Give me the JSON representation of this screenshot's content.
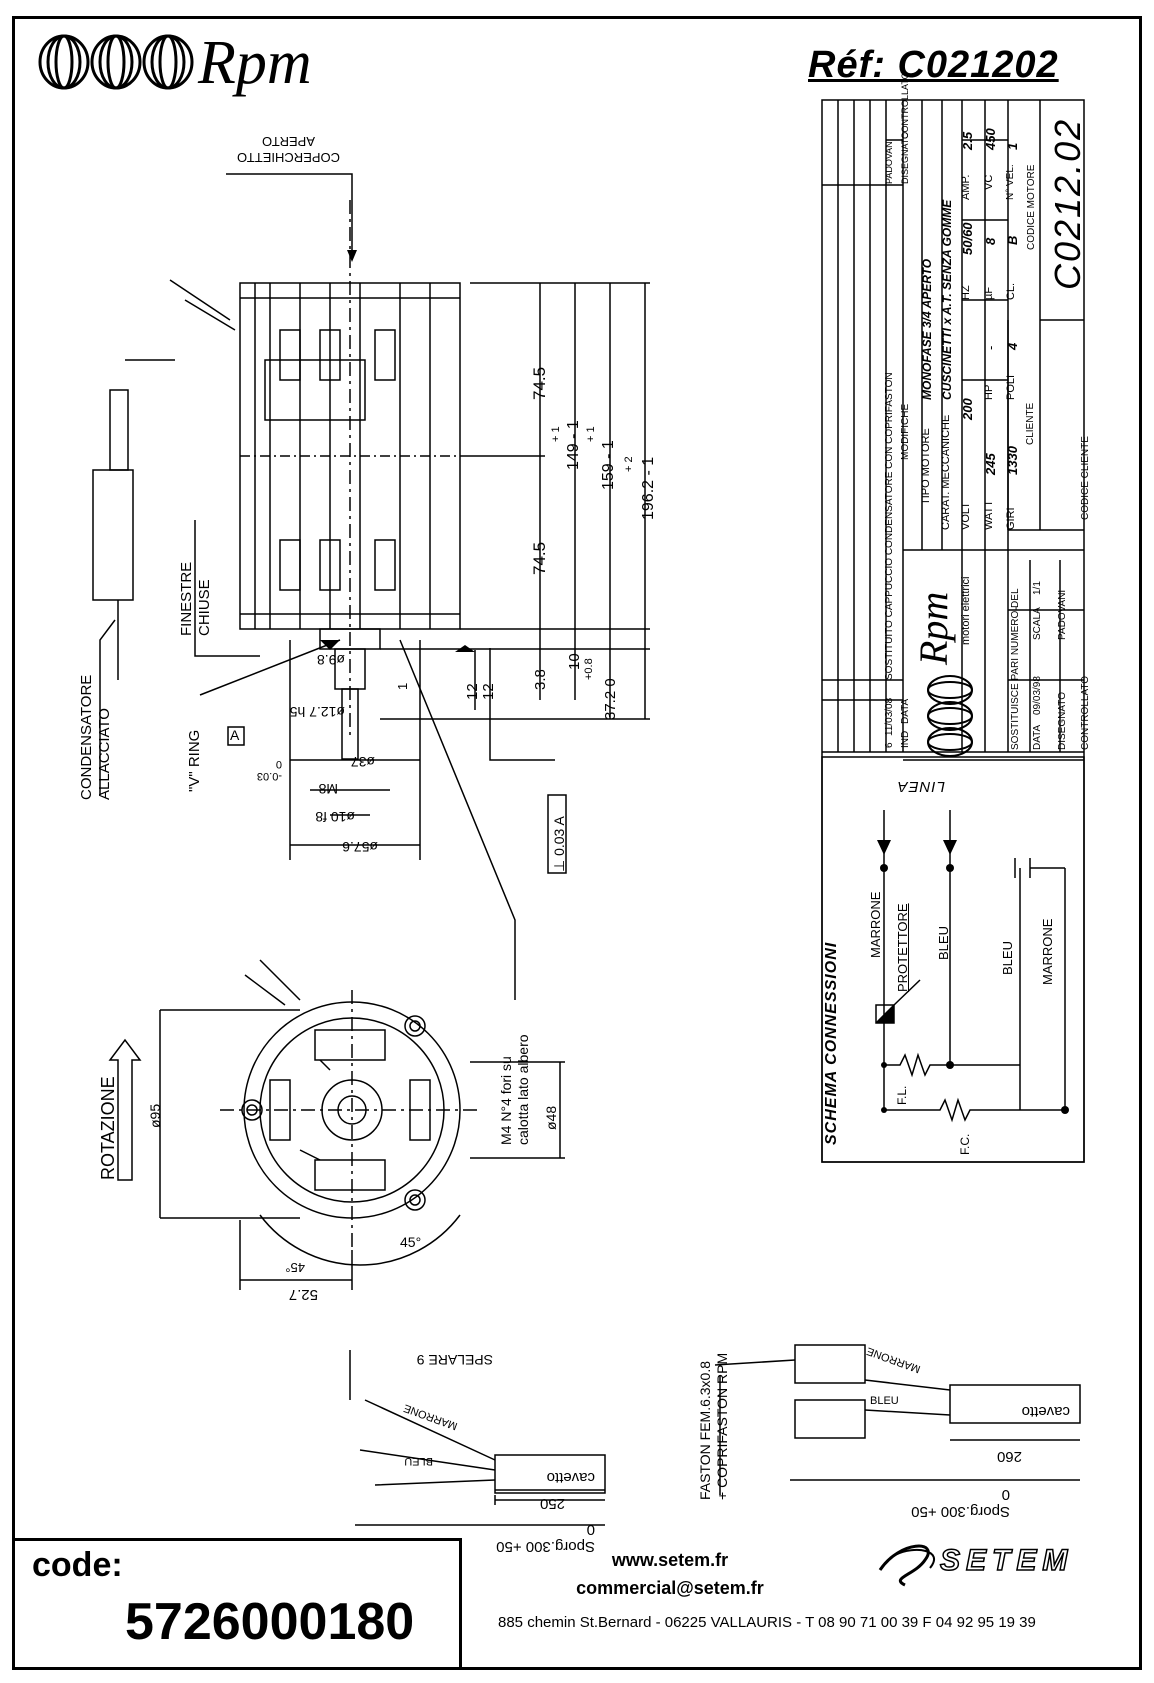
{
  "brand": {
    "name": "Rpm"
  },
  "reference": {
    "text": "Réf:  C021202"
  },
  "main_view": {
    "labels": {
      "coperchietto_aperto": "COPERCHIETTO\nAPERTO",
      "condensatore_allacciato": "CONDENSATORE\nALLACCIATO",
      "finestre_chiuse": "FINESTRE\nCHIUSE",
      "v_ring": "\"V\" RING"
    },
    "dimensions": {
      "d1": "74.5",
      "d2": "74.5",
      "d3": "149 - 1",
      "d3_tol": "+ 1",
      "d4": "159 - 1",
      "d4_tol": "+ 1",
      "d5": "196.2 - 1",
      "d5_tol": "+ 2",
      "d6": "3.8",
      "d7": "10",
      "d7_tol": "+0.8",
      "d7_tol2": "0",
      "d8": "37.2 0",
      "d9": "12",
      "d10": "12",
      "d11": "1",
      "shaft_1": "ø9.8",
      "shaft_2": "ø12.7  h5",
      "shaft_3": "ø37",
      "shaft_4": "M8",
      "shaft_5": "ø10  f8",
      "shaft_6": "ø57.6",
      "tol_shaft": "-0.03\n0",
      "datum": "A",
      "tolerance_box": "⊥ 0.03 A"
    }
  },
  "front_view": {
    "rotazione": "ROTAZIONE",
    "d95": "ø95",
    "d48": "ø48",
    "holes_note": "M4 N°4 fori su\ncalotta lato albero",
    "angle1": "45°",
    "angle2": "45°",
    "d52": "52.7"
  },
  "cable_views": {
    "spelare": "SPELARE 9",
    "marrone": "MARRONE",
    "bleu": "BLEU",
    "cavetto": "cavetto",
    "len_250": "250",
    "sporg_300": "Sporg.300 +50\n0",
    "faston": "FASTON FEM.6.3x0.8\n+ COPRIFASTON RPM",
    "len_260": "260"
  },
  "title_block": {
    "revision_note": "SOSTITUITO CAPPUCCIO CONDENSATORE CON COPRIFASTON",
    "rev_ind": "6",
    "rev_date": "11/03/08",
    "ind_header": "IND",
    "data_header": "DATA",
    "modifiche_header": "MODIFICHE",
    "disegnato_header": "DISEGNATO",
    "controllato_header": "CONTROLLATO",
    "padovani": "PADOVANI",
    "tipo_motore_label": "TIPO MOTORE",
    "tipo_motore": "MONOFASE 3/4 APERTO",
    "carat_meccaniche_label": "CARAT. MECCANICHE",
    "carat_meccaniche": "CUSCINETTI x A.T. SENZA GOMME",
    "specs": [
      {
        "label": "VOLT",
        "value": "200"
      },
      {
        "label": "HZ",
        "value": "50/60"
      },
      {
        "label": "AMP.",
        "value": "2.5"
      },
      {
        "label": "WATT",
        "value": "245"
      },
      {
        "label": "HP",
        "value": "-"
      },
      {
        "label": "µF",
        "value": "8"
      },
      {
        "label": "VC",
        "value": "450"
      },
      {
        "label": "GIRI",
        "value": "1330"
      },
      {
        "label": "POLI",
        "value": "4"
      },
      {
        "label": "CL.",
        "value": "B"
      },
      {
        "label": "N° VEL.",
        "value": "1"
      }
    ],
    "logo_text": "Rpm",
    "logo_sub": "motori elettrici",
    "sostituisce_label": "SOSTITUISCE PARI NUMERO DEL",
    "sostituisce_value": "-",
    "data_label": "DATA",
    "data_value": "09/03/98",
    "scala_label": "SCALA",
    "scala_value": "1/1",
    "disegnato_label": "DISEGNATO",
    "disegnato_value": "PADOVANI",
    "controllato_label": "CONTROLLATO",
    "cliente_label": "CLIENTE",
    "codice_cliente_label": "CODICE CLIENTE",
    "codice_motore_label": "CODICE MOTORE",
    "codice_motore_value": "C0212.02"
  },
  "schema": {
    "title": "SCHEMA CONNESSIONI",
    "linea": "LINEA",
    "marrone": "MARRONE",
    "protettore": "PROTETTORE",
    "bleu": "BLEU",
    "bleu2": "BLEU",
    "marrone2": "MARRONE",
    "fl": "F.L.",
    "fc": "F.C."
  },
  "footer": {
    "code_label": "code:",
    "code_value": "5726000180",
    "website": "www.setem.fr",
    "email": "commercial@setem.fr",
    "address": "885 chemin St.Bernard  -  06225 VALLAURIS  -  T 08 90 71 00 39  F 04 92 95 19 39",
    "setem_logo": "SETEM"
  }
}
